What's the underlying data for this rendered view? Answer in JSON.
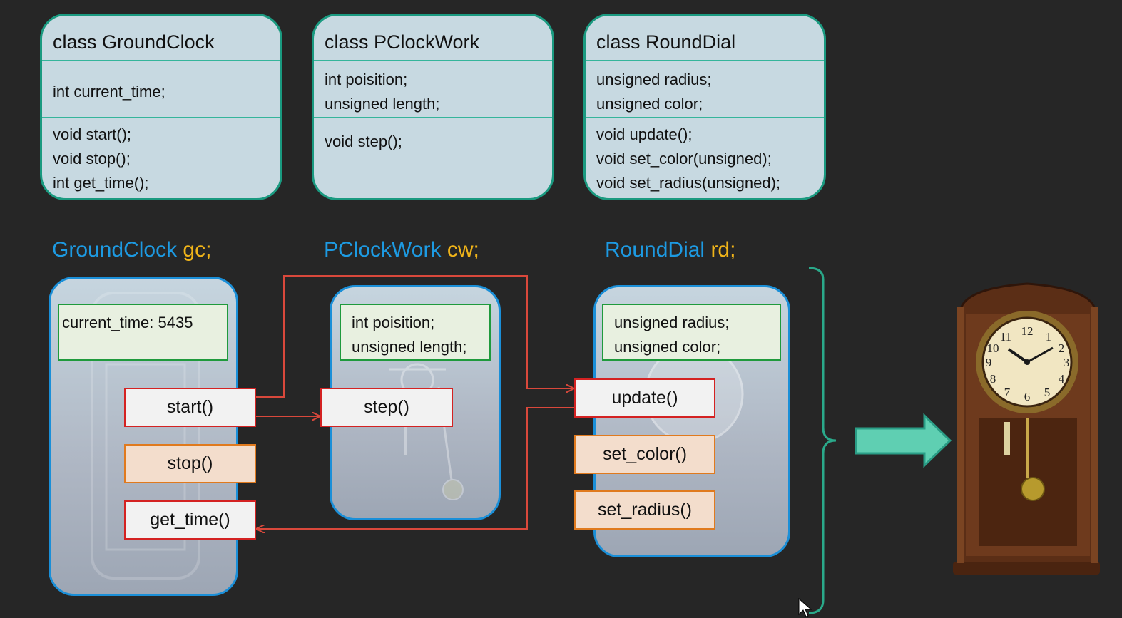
{
  "classes": [
    {
      "name": "class GroundClock",
      "fields": [
        "int current_time;"
      ],
      "methods": [
        "void start();",
        "void stop();",
        "int get_time();"
      ]
    },
    {
      "name": "class PClockWork",
      "fields": [
        "int poisition;",
        "unsigned length;"
      ],
      "methods": [
        "void step();"
      ]
    },
    {
      "name": "class RoundDial",
      "fields": [
        "unsigned radius;",
        "unsigned color;"
      ],
      "methods": [
        "void update();",
        "void set_color(unsigned);",
        "void set_radius(unsigned);"
      ]
    }
  ],
  "objects": {
    "gc": {
      "type": "GroundClock",
      "var": "gc;",
      "field_label": "current_time:",
      "field_value": "5435",
      "start": "start()",
      "stop": "stop()",
      "get_time": "get_time()"
    },
    "cw": {
      "type": "PClockWork",
      "var": "cw;",
      "fields": [
        "int poisition;",
        "unsigned length;"
      ],
      "step": "step()"
    },
    "rd": {
      "type": "RoundDial",
      "var": "rd;",
      "fields": [
        "unsigned radius;",
        "unsigned color;"
      ],
      "update": "update()",
      "set_color": "set_color()",
      "set_radius": "set_radius()"
    }
  },
  "colors": {
    "background": "#262626",
    "class_fill": "#c7d9e1",
    "class_border": "#1a9a80",
    "type_name": "#1d9ae2",
    "var_name": "#f0b419",
    "object_border": "#1a8fd8",
    "public_method_border": "#d42222",
    "other_method_border": "#e07a1e",
    "call_arrow": "#d9483b",
    "brace": "#2aa98a",
    "result_arrow": "#5fcfb2"
  },
  "icons": [
    "clock-face-icon",
    "pendulum-icon",
    "pendulum-clock-icon",
    "mouse-cursor-icon"
  ]
}
